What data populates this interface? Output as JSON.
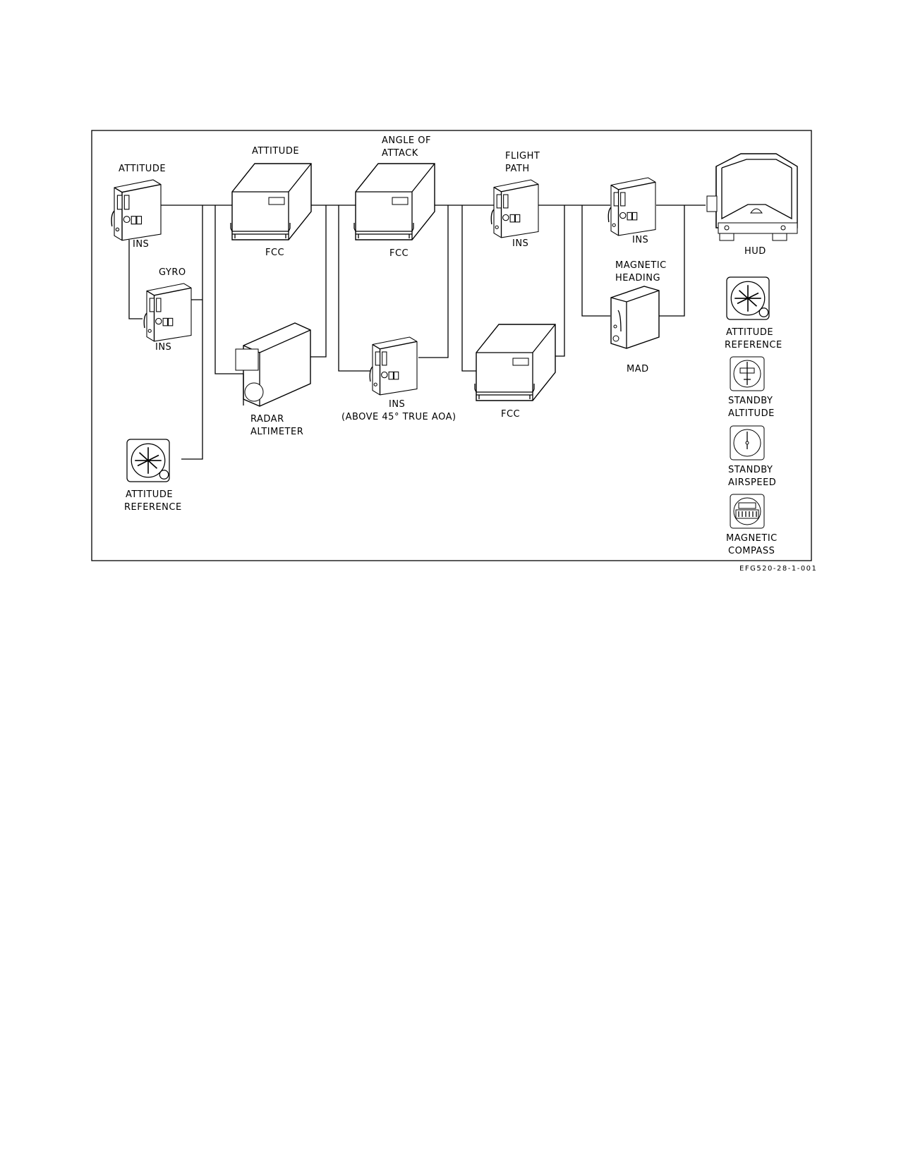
{
  "diagram": {
    "labels": {
      "ins_left_top": "ATTITUDE",
      "ins_left_bottom": "INS",
      "gyro_top": "GYRO",
      "gyro_bottom": "INS",
      "att_ref_left_l1": "ATTITUDE",
      "att_ref_left_l2": "REFERENCE",
      "fcc1_top": "ATTITUDE",
      "fcc1_bottom": "FCC",
      "radar_l1": "RADAR",
      "radar_l2": "ALTIMETER",
      "fcc2_top_l1": "ANGLE OF",
      "fcc2_top_l2": "ATTACK",
      "fcc2_bottom": "FCC",
      "ins_aoa_l1": "INS",
      "ins_aoa_l2": "(ABOVE 45° TRUE AOA)",
      "flight_path_l1": "FLIGHT",
      "flight_path_l2": "PATH",
      "ins_fp_bottom": "INS",
      "fcc3_bottom": "FCC",
      "ins_hud_bottom": "INS",
      "mag_heading_l1": "MAGNETIC",
      "mag_heading_l2": "HEADING",
      "mad_bottom": "MAD",
      "hud_bottom": "HUD",
      "att_ref_right_l1": "ATTITUDE",
      "att_ref_right_l2": "REFERENCE",
      "standby_alt_l1": "STANDBY",
      "standby_alt_l2": "ALTITUDE",
      "standby_as_l1": "STANDBY",
      "standby_as_l2": "AIRSPEED",
      "compass_l1": "MAGNETIC",
      "compass_l2": "COMPASS"
    },
    "figure_id": "EFG520-28-1-001"
  }
}
